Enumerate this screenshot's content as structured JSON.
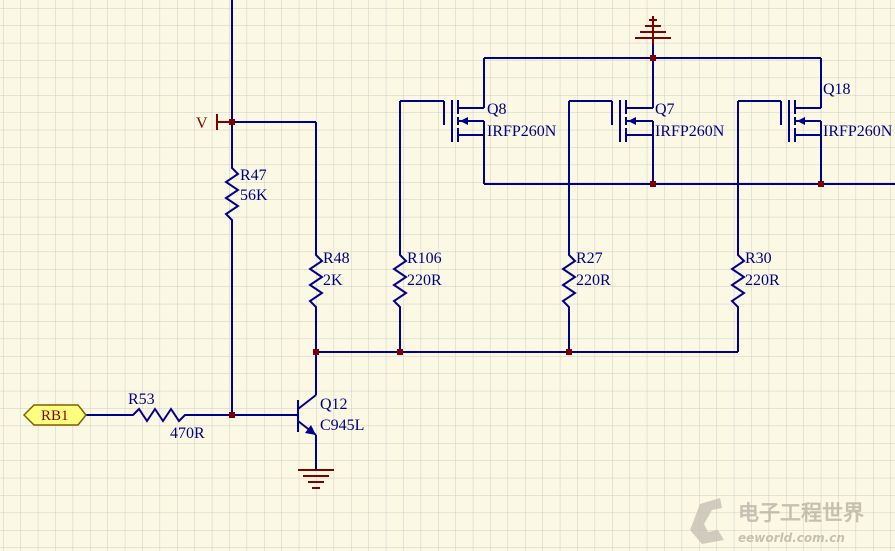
{
  "schematic": {
    "power_label": "V",
    "port_label": "RB1",
    "resistors": [
      {
        "ref": "R47",
        "value": "56K"
      },
      {
        "ref": "R48",
        "value": "2K"
      },
      {
        "ref": "R106",
        "value": "220R"
      },
      {
        "ref": "R27",
        "value": "220R"
      },
      {
        "ref": "R30",
        "value": "220R"
      },
      {
        "ref": "R53",
        "value": "470R"
      }
    ],
    "mosfets": [
      {
        "ref": "Q8",
        "part": "IRFP260N"
      },
      {
        "ref": "Q7",
        "part": "IRFP260N"
      },
      {
        "ref": "Q18",
        "part": "IRFP260N"
      }
    ],
    "transistor": {
      "ref": "Q12",
      "part": "C945L"
    }
  },
  "watermark": {
    "text_cn": "电子工程世界",
    "text_url": "eeworld.com.cn"
  },
  "colors": {
    "background": "#fbf8e4",
    "grid": "#cfcdc8",
    "wire": "#00008c",
    "text": "#000080",
    "junction": "#800000",
    "port_fill": "#ffff80"
  }
}
